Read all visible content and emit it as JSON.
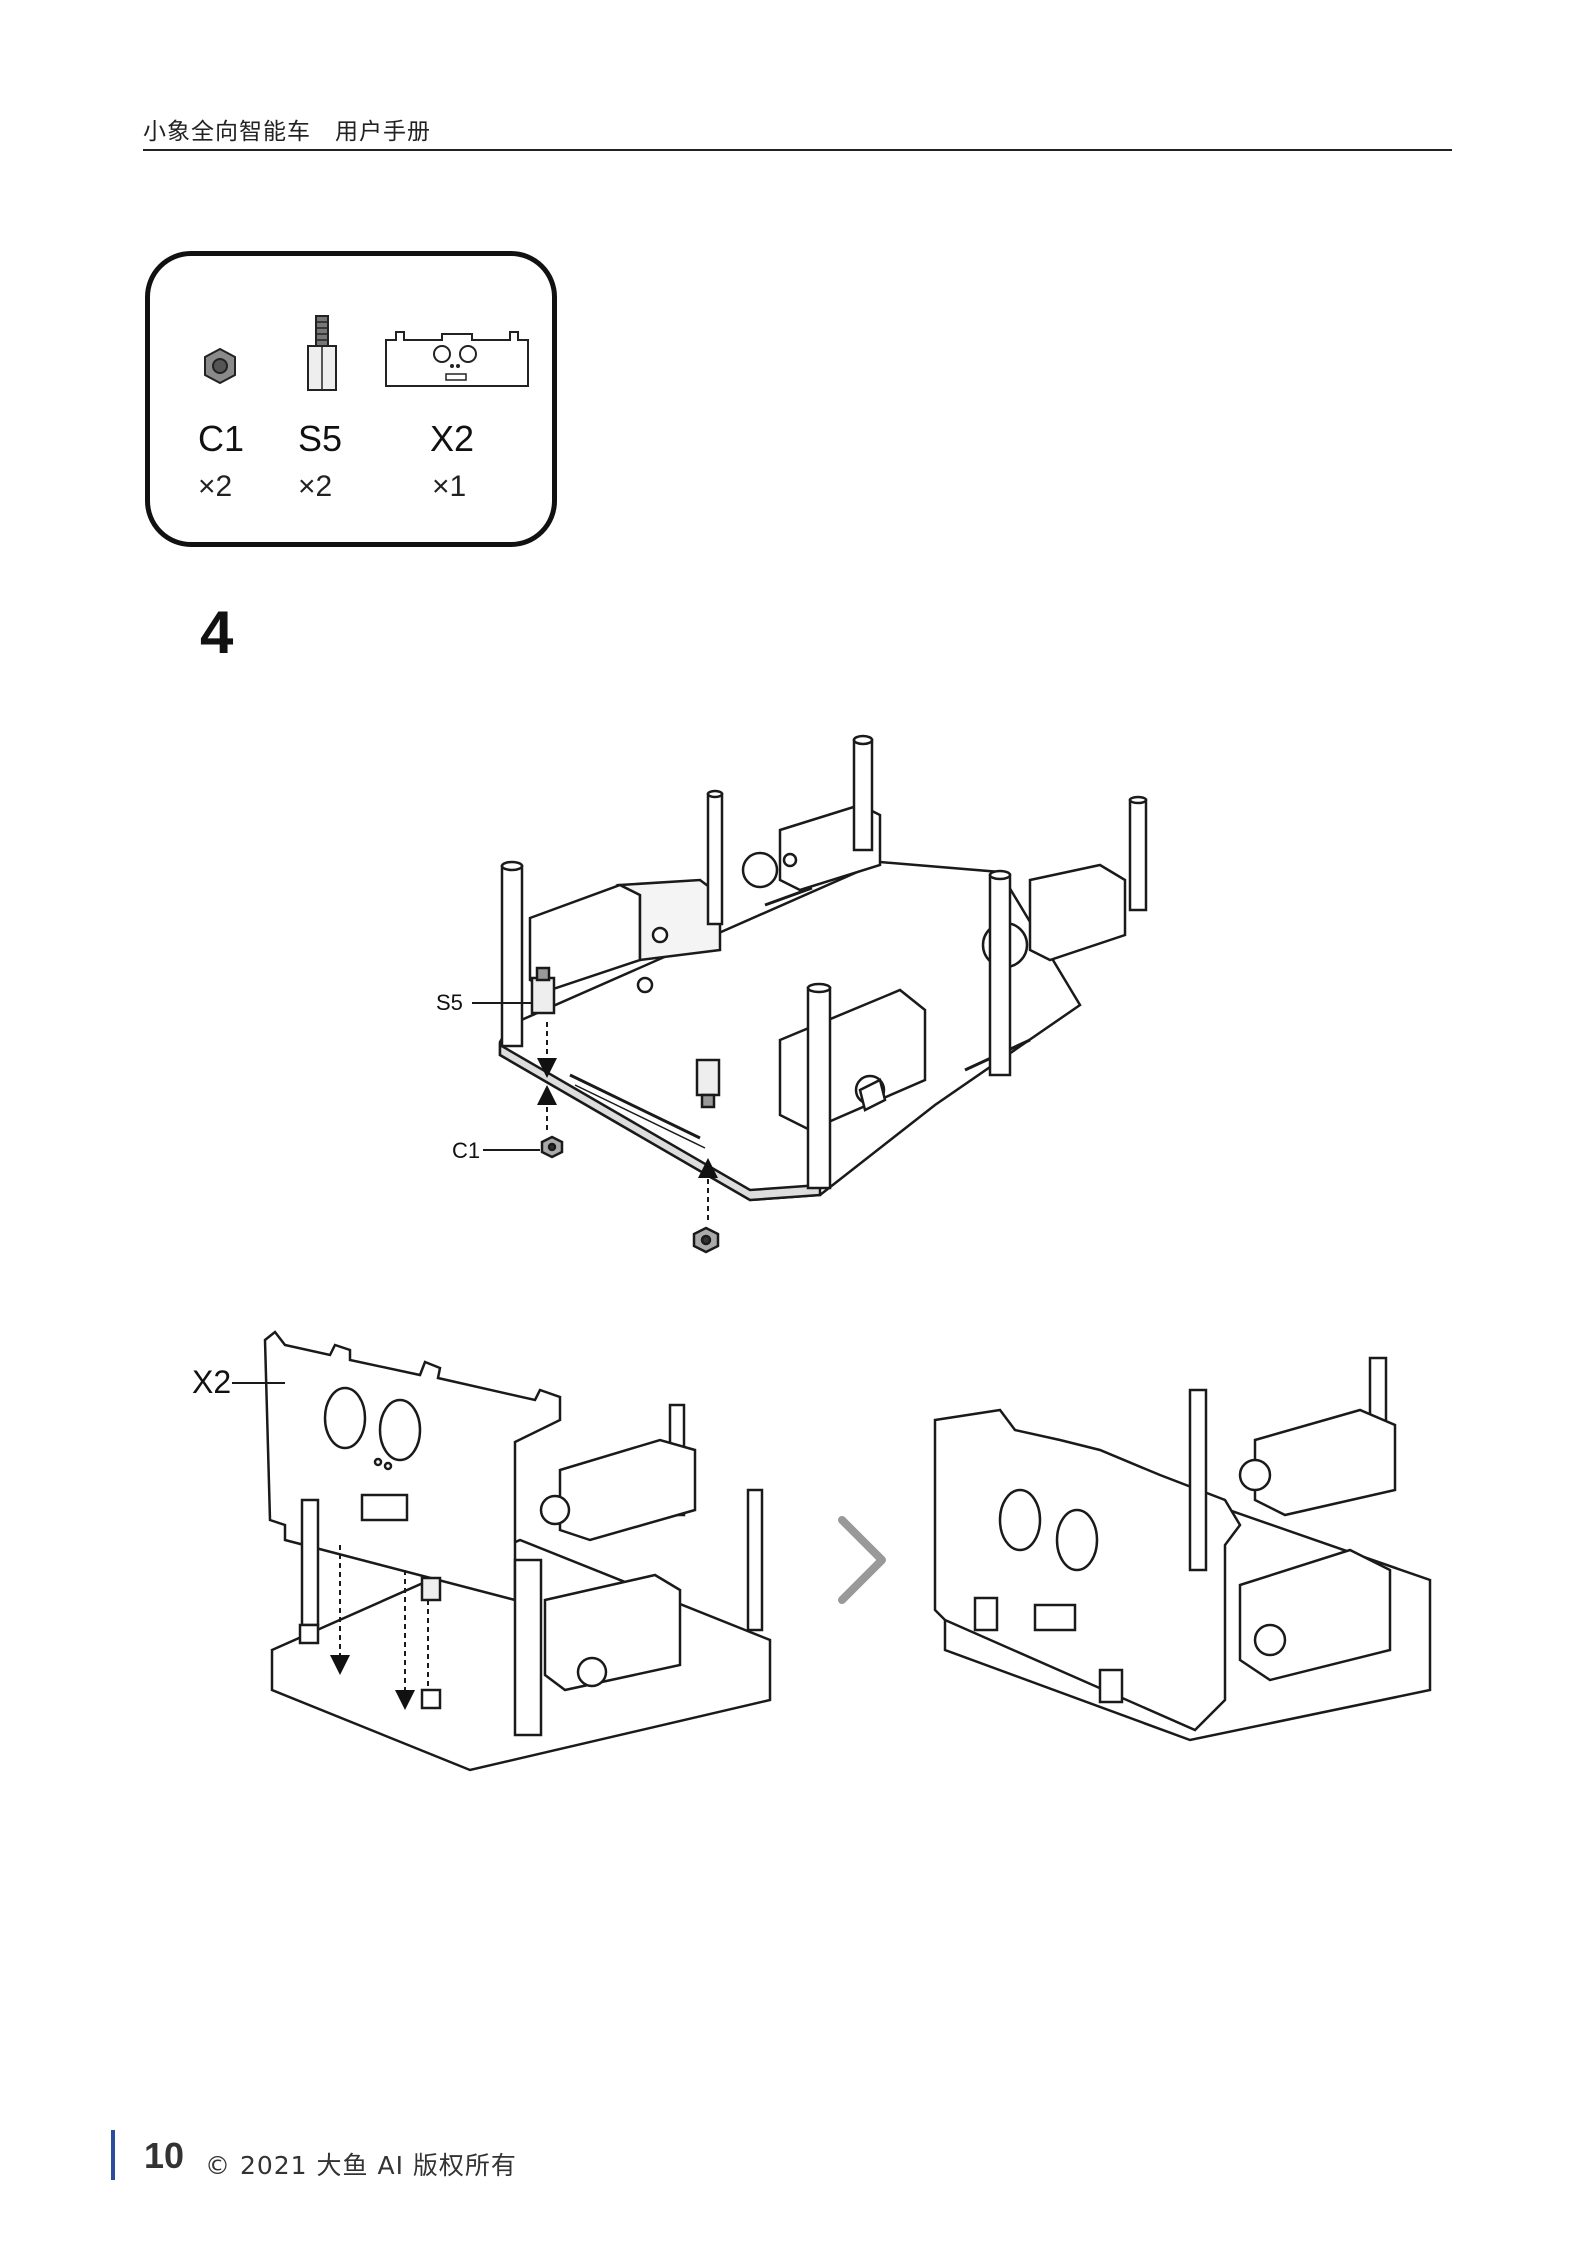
{
  "header": {
    "title": "小象全向智能车　用户手册"
  },
  "parts_box": {
    "parts": [
      {
        "code": "C1",
        "qty": "×2"
      },
      {
        "code": "S5",
        "qty": "×2"
      },
      {
        "code": "X2",
        "qty": "×1"
      }
    ]
  },
  "step": {
    "number": "4"
  },
  "callouts": {
    "s5": "S5",
    "c1": "C1",
    "x2": "X2"
  },
  "footer": {
    "page_number": "10",
    "copyright": "© 2021 大鱼 AI 版权所有"
  },
  "colors": {
    "line": "#1a1a1a",
    "accent_bar": "#2b4d9a",
    "arrow": "#999999"
  }
}
